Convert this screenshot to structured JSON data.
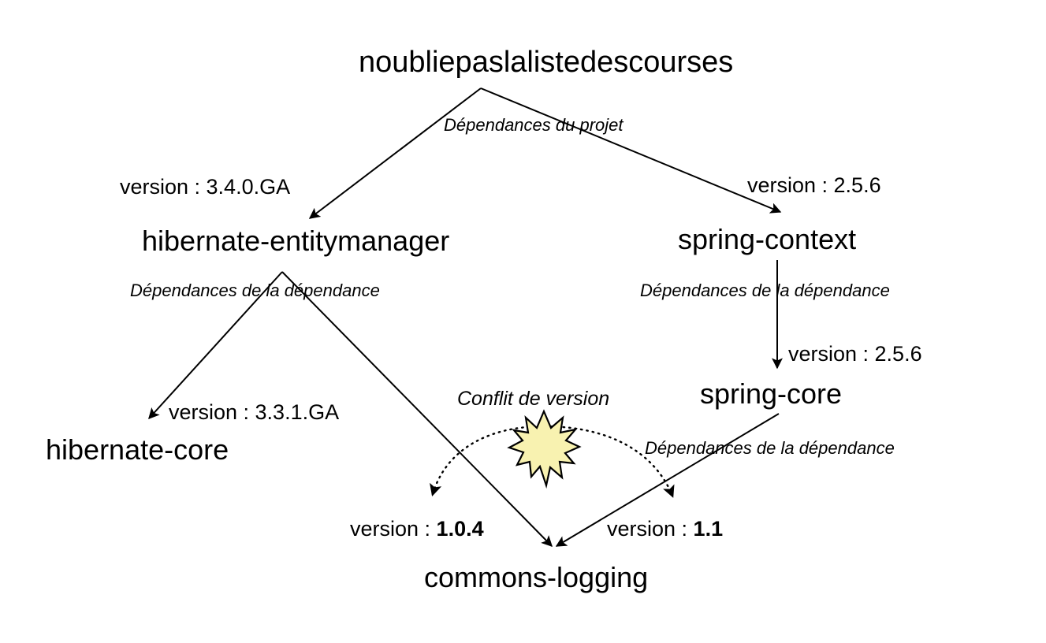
{
  "diagram": {
    "title": "Arbre de dépendances Maven avec conflit de version",
    "background_color": "#ffffff",
    "line_color": "#000000",
    "burst_fill_color": "#f8f2b0",
    "burst_stroke_color": "#000000"
  },
  "nodes": {
    "root": "noubliepaslalistedescourses",
    "hibernate_entitymanager": "hibernate-entitymanager",
    "spring_context": "spring-context",
    "hibernate_core": "hibernate-core",
    "spring_core": "spring-core",
    "commons_logging": "commons-logging"
  },
  "version_labels": {
    "hibernate_entitymanager": "version : 3.4.0.GA",
    "spring_context": "version : 2.5.6",
    "hibernate_core": "version : 3.3.1.GA",
    "spring_core": "version : 2.5.6",
    "commons_logging_left_prefix": "version : ",
    "commons_logging_left_value": "1.0.4",
    "commons_logging_right_prefix": "version : ",
    "commons_logging_right_value": "1.1"
  },
  "edge_labels": {
    "project_dependencies": "Dépendances du projet",
    "dependency_dependencies_hem": "Dépendances de la dépendance",
    "dependency_dependencies_spring_context": "Dépendances de la dépendance",
    "dependency_dependencies_spring_core": "Dépendances de la dépendance",
    "conflict": "Conflit de version"
  },
  "graph_data": {
    "type": "tree",
    "edges": [
      {
        "from": "noubliepaslalistedescourses",
        "to": "hibernate-entitymanager",
        "label": "Dépendances du projet",
        "version": "3.4.0.GA",
        "style": "solid-arrow"
      },
      {
        "from": "noubliepaslalistedescourses",
        "to": "spring-context",
        "label": "Dépendances du projet",
        "version": "2.5.6",
        "style": "solid-arrow"
      },
      {
        "from": "hibernate-entitymanager",
        "to": "hibernate-core",
        "label": "Dépendances de la dépendance",
        "version": "3.3.1.GA",
        "style": "solid-arrow"
      },
      {
        "from": "hibernate-entitymanager",
        "to": "commons-logging",
        "label": "Dépendances de la dépendance",
        "version": "1.0.4",
        "style": "solid-arrow"
      },
      {
        "from": "spring-context",
        "to": "spring-core",
        "label": "Dépendances de la dépendance",
        "version": "2.5.6",
        "style": "solid-arrow"
      },
      {
        "from": "spring-core",
        "to": "commons-logging",
        "label": "Dépendances de la dépendance",
        "version": "1.1",
        "style": "solid-arrow"
      },
      {
        "from": "commons-logging@1.0.4",
        "to": "commons-logging@1.1",
        "label": "Conflit de version",
        "style": "dotted-double-arrow"
      }
    ],
    "conflict": {
      "artifact": "commons-logging",
      "versions": [
        "1.0.4",
        "1.1"
      ],
      "marker": "burst"
    }
  }
}
